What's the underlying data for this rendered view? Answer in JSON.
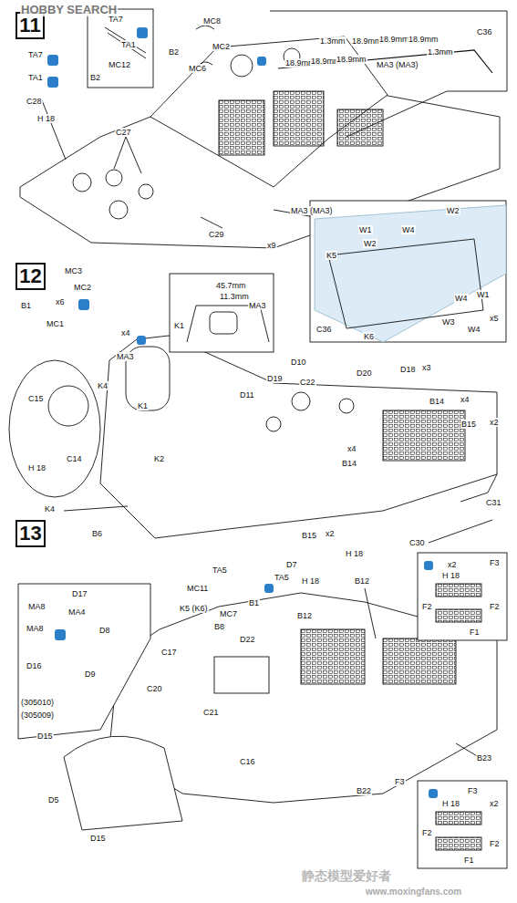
{
  "diagram": {
    "nodes": [
      {
        "text": [
          "11"
        ]
      },
      {
        "text": [
          "12"
        ]
      },
      {
        "text": [
          "13"
        ]
      }
    ],
    "labels": [
      "HOBBY SEARCH",
      "TA7",
      "TA1",
      "C28",
      "H 18",
      "TA7",
      "TA1",
      "MC12",
      "B2",
      "MC8",
      "B2",
      "MC2",
      "MC6",
      "C36",
      "1.3mm",
      "18.9mm",
      "18.9mm",
      "18.9mm",
      "1.3mm",
      "18.9mm",
      "18.9mm",
      "18.9mm",
      "MA3 (MA3)",
      "C27",
      "C29",
      "MA3 (MA3)",
      "x9",
      "MC3",
      "MC2",
      "B1",
      "x6",
      "MC1",
      "45.7mm",
      "11.3mm",
      "MA3",
      "K1",
      "W1",
      "W2",
      "W4",
      "W2",
      "K5",
      "W1",
      "W4",
      "W3",
      "W4",
      "C36",
      "K6",
      "x5",
      "x4",
      "MA3",
      "K4",
      "C15",
      "C14",
      "H 18",
      "K1",
      "D11",
      "D19",
      "D10",
      "C22",
      "D20",
      "D18",
      "x3",
      "B14",
      "x4",
      "B15",
      "x2",
      "x4",
      "B14",
      "K2",
      "K4",
      "B6",
      "B15",
      "x2",
      "C31",
      "C30",
      "H 18",
      "K5 (K6)",
      "D7",
      "TA5",
      "TA5",
      "MC11",
      "MC7",
      "B1",
      "H 18",
      "MA8",
      "D17",
      "MA4",
      "D8",
      "MA8",
      "D16",
      "D9",
      "(305010)",
      "(305009)",
      "D15",
      "B12",
      "B8",
      "D22",
      "C17",
      "C20",
      "C21",
      "C16",
      "B12",
      "B23",
      "B22",
      "F3",
      "D5",
      "D15",
      "F3",
      "x2",
      "F2",
      "F1",
      "F2",
      "H 18",
      "F3",
      "x2",
      "F2",
      "F1",
      "F2",
      "H 18",
      "静态模型爱好者",
      "www.moxingfans.com"
    ]
  }
}
